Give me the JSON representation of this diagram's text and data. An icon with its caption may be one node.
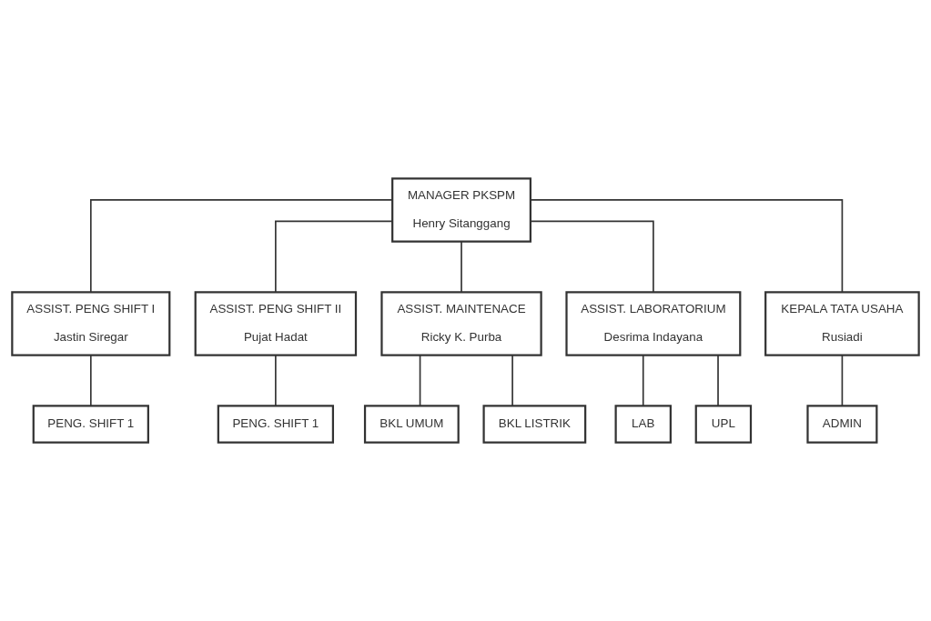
{
  "diagram": {
    "nodes": [
      {
        "text": [
          "MANAGER PKSPM",
          "Henry Sitanggang"
        ]
      },
      {
        "text": [
          "ASSIST. PENG SHIFT I",
          "Jastin Siregar"
        ]
      },
      {
        "text": [
          "ASSIST. PENG SHIFT II",
          "Pujat Hadat"
        ]
      },
      {
        "text": [
          "ASSIST. MAINTENACE",
          "Ricky K. Purba"
        ]
      },
      {
        "text": [
          "ASSIST. LABORATORIUM",
          "Desrima Indayana"
        ]
      },
      {
        "text": [
          "KEPALA TATA USAHA",
          "Rusiadi"
        ]
      },
      {
        "text": [
          "PENG. SHIFT 1"
        ]
      },
      {
        "text": [
          "PENG. SHIFT 1"
        ]
      },
      {
        "text": [
          "BKL UMUM"
        ]
      },
      {
        "text": [
          "BKL LISTRIK"
        ]
      },
      {
        "text": [
          "LAB"
        ]
      },
      {
        "text": [
          "UPL"
        ]
      },
      {
        "text": [
          "ADMIN"
        ]
      }
    ],
    "edges": [
      {
        "from": 0,
        "to": 1,
        "arrow": "none"
      },
      {
        "from": 0,
        "to": 2,
        "arrow": "none"
      },
      {
        "from": 0,
        "to": 3,
        "arrow": "none"
      },
      {
        "from": 0,
        "to": 4,
        "arrow": "none"
      },
      {
        "from": 0,
        "to": 5,
        "arrow": "none"
      },
      {
        "from": 1,
        "to": 6,
        "arrow": "none"
      },
      {
        "from": 2,
        "to": 7,
        "arrow": "none"
      },
      {
        "from": 3,
        "to": 8,
        "arrow": "none"
      },
      {
        "from": 3,
        "to": 9,
        "arrow": "none"
      },
      {
        "from": 4,
        "to": 10,
        "arrow": "none"
      },
      {
        "from": 4,
        "to": 11,
        "arrow": "none"
      },
      {
        "from": 5,
        "to": 12,
        "arrow": "none"
      }
    ]
  }
}
